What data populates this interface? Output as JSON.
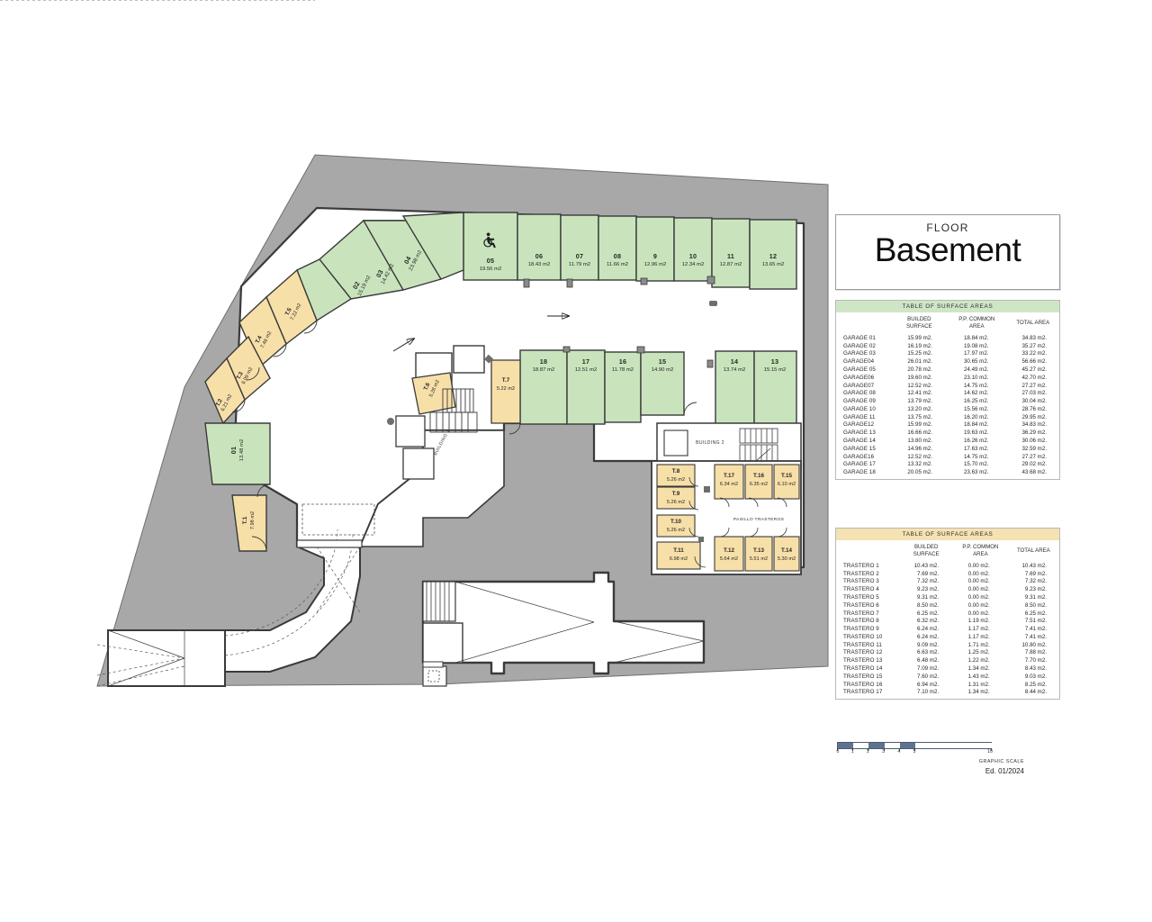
{
  "title_block": {
    "floor_caption": "FLOOR",
    "floor_name": "Basement"
  },
  "garage_table": {
    "header": "TABLE OF SURFACE AREAS",
    "columns": [
      "",
      "BUILDED SURFACE",
      "P.P. COMMON AREA",
      "TOTAL AREA"
    ],
    "col1_line1": "BUILDED",
    "col1_line2": "SURFACE",
    "col2_line1": "P.P. COMMON",
    "col2_line2": "AREA",
    "col3_line1": "TOTAL AREA",
    "col3_line2": "",
    "rows": [
      {
        "name": "GARAGE 01",
        "builded": "15.99 m2.",
        "common": "18.84 m2.",
        "total": "34.83 m2."
      },
      {
        "name": "GARAGE 02",
        "builded": "16.19 m2.",
        "common": "19.08 m2.",
        "total": "35.27 m2."
      },
      {
        "name": "GARAGE 03",
        "builded": "15.25 m2.",
        "common": "17.97 m2.",
        "total": "33.22 m2."
      },
      {
        "name": "GARAGE04",
        "builded": "26.01 m2.",
        "common": "30.65 m2.",
        "total": "56.66 m2."
      },
      {
        "name": "GARAGE 05",
        "builded": "20.78 m2.",
        "common": "24.49 m2.",
        "total": "45.27 m2."
      },
      {
        "name": "GARAGE06",
        "builded": "19.60 m2.",
        "common": "23.10 m2.",
        "total": "42.70 m2."
      },
      {
        "name": "GARAGE07",
        "builded": "12.52 m2.",
        "common": "14.75 m2.",
        "total": "27.27 m2."
      },
      {
        "name": "GARAGE 08",
        "builded": "12.41 m2.",
        "common": "14.62 m2.",
        "total": "27.03 m2."
      },
      {
        "name": "GARAGE 09",
        "builded": "13.79 m2.",
        "common": "16.25 m2.",
        "total": "30.04 m2."
      },
      {
        "name": "GARAGE 10",
        "builded": "13.20 m2.",
        "common": "15.56 m2.",
        "total": "28.76 m2."
      },
      {
        "name": "GARAGE 11",
        "builded": "13.75 m2.",
        "common": "16.20 m2.",
        "total": "29.95 m2."
      },
      {
        "name": "GARAGE12",
        "builded": "15.99 m2.",
        "common": "18.84 m2.",
        "total": "34.83 m2."
      },
      {
        "name": "GARAGE 13",
        "builded": "16.66 m2.",
        "common": "19.63 m2.",
        "total": "36.29 m2."
      },
      {
        "name": "GARAGE 14",
        "builded": "13.80 m2.",
        "common": "16.26 m2.",
        "total": "30.06 m2."
      },
      {
        "name": "GARAGE 15",
        "builded": "14.96 m2.",
        "common": "17.63 m2.",
        "total": "32.59 m2."
      },
      {
        "name": "GARAGE16",
        "builded": "12.52 m2.",
        "common": "14.75 m2.",
        "total": "27.27 m2."
      },
      {
        "name": "GARAGE 17",
        "builded": "13.32 m2.",
        "common": "15.70 m2.",
        "total": "29.02 m2."
      },
      {
        "name": "GARAGE 18",
        "builded": "20.05 m2.",
        "common": "23.63 m2.",
        "total": "43.68 m2."
      }
    ]
  },
  "trastero_table": {
    "header": "TABLE OF SURFACE AREAS",
    "col1_line1": "BUILDED",
    "col1_line2": "SURFACE",
    "col2_line1": "P.P. COMMON",
    "col2_line2": "AREA",
    "col3_line1": "TOTAL AREA",
    "rows": [
      {
        "name": "TRASTERO 1",
        "builded": "10.43 m2.",
        "common": "0.00 m2.",
        "total": "10.43 m2."
      },
      {
        "name": "TRASTERO 2",
        "builded": "7.69 m2.",
        "common": "0.00 m2.",
        "total": "7.69 m2."
      },
      {
        "name": "TRASTERO 3",
        "builded": "7.32 m2.",
        "common": "0.00 m2.",
        "total": "7.32 m2."
      },
      {
        "name": "TRASTERO 4",
        "builded": "9.23 m2.",
        "common": "0.00 m2.",
        "total": "9.23 m2."
      },
      {
        "name": "TRASTERO 5",
        "builded": "9.31 m2.",
        "common": "0.00 m2.",
        "total": "9.31 m2."
      },
      {
        "name": "TRASTERO 6",
        "builded": "8.50 m2.",
        "common": "0.00 m2.",
        "total": "8.50 m2."
      },
      {
        "name": "TRASTERO 7",
        "builded": "6.25 m2.",
        "common": "0.00 m2.",
        "total": "6.25 m2."
      },
      {
        "name": "TRASTERO 8",
        "builded": "6.32 m2.",
        "common": "1.19 m2.",
        "total": "7.51 m2."
      },
      {
        "name": "TRASTERO 9",
        "builded": "6.24 m2.",
        "common": "1.17 m2.",
        "total": "7.41 m2."
      },
      {
        "name": "TRASTERO 10",
        "builded": "6.24 m2.",
        "common": "1.17 m2.",
        "total": "7.41 m2."
      },
      {
        "name": "TRASTERO 11",
        "builded": "9.09 m2.",
        "common": "1.71 m2.",
        "total": "10.80 m2."
      },
      {
        "name": "TRASTERO 12",
        "builded": "6.63 m2.",
        "common": "1.25 m2.",
        "total": "7.88 m2."
      },
      {
        "name": "TRASTERO 13",
        "builded": "6.48 m2.",
        "common": "1.22 m2.",
        "total": "7.70 m2."
      },
      {
        "name": "TRASTERO 14",
        "builded": "7.09 m2.",
        "common": "1.34 m2.",
        "total": "8.43 m2."
      },
      {
        "name": "TRASTERO 15",
        "builded": "7.60 m2.",
        "common": "1.43 m2.",
        "total": "9.03 m2."
      },
      {
        "name": "TRASTERO 16",
        "builded": "6.94 m2.",
        "common": "1.31 m2.",
        "total": "8.25 m2."
      },
      {
        "name": "TRASTERO 17",
        "builded": "7.10 m2.",
        "common": "1.34 m2.",
        "total": "8.44 m2."
      }
    ]
  },
  "scale": {
    "caption": "GRAPHIC SCALE",
    "edition": "Ed. 01/2024",
    "ticks": [
      "0",
      "1",
      "2",
      "3",
      "4",
      "5",
      "10"
    ]
  },
  "plan": {
    "building_label_1": "BUILDING 1",
    "building_label_2": "BUILDING 2",
    "corridor_label": "PASILLO TRASTEROS",
    "colors": {
      "garage_fill": "#c9e4bd",
      "trastero_fill": "#f7dfa8",
      "site_fill": "#a8a8a8",
      "wall": "#3a3a3a",
      "interior": "#ffffff"
    },
    "garages": [
      {
        "id": "01",
        "area": "13.48 m2"
      },
      {
        "id": "02",
        "area": "15.19 m2"
      },
      {
        "id": "03",
        "area": "14.42 m2"
      },
      {
        "id": "04",
        "area": "23.98 m2"
      },
      {
        "id": "05",
        "area": "19.56 m2"
      },
      {
        "id": "06",
        "area": "18.43 m2"
      },
      {
        "id": "07",
        "area": "11.79 m2"
      },
      {
        "id": "08",
        "area": "11.66 m2"
      },
      {
        "id": "9",
        "area": "12.96 m2"
      },
      {
        "id": "10",
        "area": "12.34 m2"
      },
      {
        "id": "11",
        "area": "12.87 m2"
      },
      {
        "id": "12",
        "area": "13.65 m2"
      },
      {
        "id": "13",
        "area": "15.15 m2"
      },
      {
        "id": "14",
        "area": "13.74 m2"
      },
      {
        "id": "15",
        "area": "14.90 m2"
      },
      {
        "id": "16",
        "area": "11.78 m2"
      },
      {
        "id": "17",
        "area": "12.51 m2"
      },
      {
        "id": "18",
        "area": "18.87 m2"
      }
    ],
    "trasteros": [
      {
        "id": "T.1",
        "area": "7.98 m2"
      },
      {
        "id": "T.2",
        "area": "6.21 m2"
      },
      {
        "id": "T.3",
        "area": "6.09 m2"
      },
      {
        "id": "T.4",
        "area": "7.46 m2"
      },
      {
        "id": "T.5",
        "area": "7.22 m2"
      },
      {
        "id": "T.6",
        "area": "5.28 m2"
      },
      {
        "id": "T.7",
        "area": "5.22 m2"
      },
      {
        "id": "T.8",
        "area": "5.26 m2"
      },
      {
        "id": "T.9",
        "area": "5.26 m2"
      },
      {
        "id": "T.10",
        "area": "5.26 m2"
      },
      {
        "id": "T.11",
        "area": "6.98 m2"
      },
      {
        "id": "T.12",
        "area": "5.64 m2"
      },
      {
        "id": "T.13",
        "area": "5.51 m2"
      },
      {
        "id": "T.14",
        "area": "5.30 m2"
      },
      {
        "id": "T.15",
        "area": "6.10 m2"
      },
      {
        "id": "T.16",
        "area": "6.35 m2"
      },
      {
        "id": "T.17",
        "area": "6.34 m2"
      }
    ]
  }
}
